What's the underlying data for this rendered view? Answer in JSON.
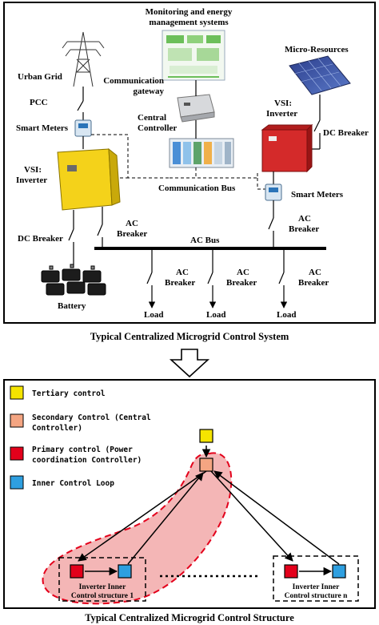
{
  "top_diagram": {
    "monitoring_line1": "Monitoring and energy",
    "monitoring_line2": "management systems",
    "urban_grid": "Urban Grid",
    "pcc": "PCC",
    "smart_meters_left": "Smart Meters",
    "vsi_left_line1": "VSI:",
    "vsi_left_line2": "Inverter",
    "comm_gateway_line1": "Communication",
    "comm_gateway_line2": "gateway",
    "central_controller_line1": "Central",
    "central_controller_line2": "Controller",
    "comm_bus": "Communication Bus",
    "micro_resources": "Micro-Resources",
    "vsi_right_line1": "VSI:",
    "vsi_right_line2": "Inverter",
    "dc_breaker_right": "DC Breaker",
    "smart_meters_right": "Smart Meters",
    "dc_breaker_left": "DC Breaker",
    "ac_breaker_left_line1": "AC",
    "ac_breaker_left_line2": "Breaker",
    "ac_breaker_right_line1": "AC",
    "ac_breaker_right_line2": "Breaker",
    "ac_bus": "AC Bus",
    "ac_breaker_l1_line1": "AC",
    "ac_breaker_l1_line2": "Breaker",
    "ac_breaker_l2_line1": "AC",
    "ac_breaker_l2_line2": "Breaker",
    "ac_breaker_l3_line1": "AC",
    "ac_breaker_l3_line2": "Breaker",
    "battery": "Battery",
    "load_1": "Load",
    "load_2": "Load",
    "load_3": "Load"
  },
  "caption_top": "Typical Centralized Microgrid Control  System",
  "legend": {
    "items": [
      {
        "line1": "Tertiary control",
        "line2": "",
        "color": "#f5e400"
      },
      {
        "line1": "Secondary Control (Central",
        "line2": "Controller)",
        "color": "#f4a582"
      },
      {
        "line1": "Primary control (Power",
        "line2": "coordination Controller)",
        "color": "#e3001b"
      },
      {
        "line1": "Inner Control Loop",
        "line2": "",
        "color": "#2e9fe0"
      }
    ]
  },
  "bottom_diagram": {
    "inverter1_line1": "Inverter Inner",
    "inverter1_line2": "Control structure 1",
    "invertern_line1": "Inverter Inner",
    "invertern_line2": "Control structure n",
    "colors": {
      "tertiary": "#f5e400",
      "secondary": "#f4a582",
      "primary": "#e3001b",
      "inner": "#2e9fe0",
      "primary_region_fill": "#f4b6b6",
      "primary_region_stroke": "#e3001b"
    }
  },
  "caption_bottom": "Typical Centralized Microgrid Control Structure"
}
